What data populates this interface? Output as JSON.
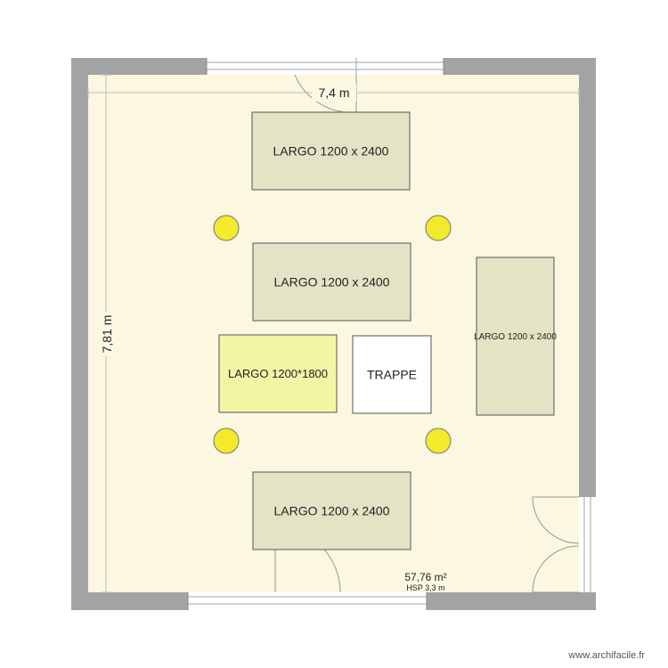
{
  "plan": {
    "width_label": "7,4 m",
    "height_label": "7,81 m",
    "area": "57,76 m²",
    "ceiling_height": "HSP 3,3 m"
  },
  "furniture": [
    {
      "label": "LARGO 1200 x 2400",
      "color": "#e3e4c6"
    },
    {
      "label": "LARGO 1200 x 2400",
      "color": "#e3e4c6"
    },
    {
      "label": "LARGO 1200*1800",
      "color": "#f2f5a6"
    },
    {
      "label": "TRAPPE",
      "color": "#ffffff"
    },
    {
      "label": "LARGO 1200 x 2400",
      "color": "#e3e4c6"
    },
    {
      "label": "LARGO 1200 x 2400",
      "color": "#e3e4c6"
    }
  ],
  "lights": {
    "count": 4,
    "color": "#f2ea2a"
  },
  "colors": {
    "floor": "#fbf7e1",
    "wall": "#a3a3a3"
  },
  "watermark": "www.archifacile.fr"
}
